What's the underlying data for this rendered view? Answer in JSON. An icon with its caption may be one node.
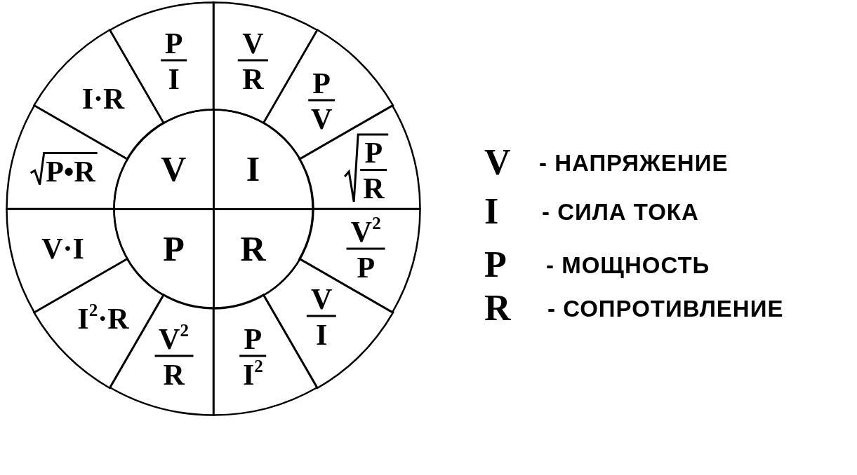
{
  "diagram": {
    "nodes": [
      {
        "text": [
          "V"
        ]
      },
      {
        "text": [
          "I"
        ]
      },
      {
        "text": [
          "P"
        ]
      },
      {
        "text": [
          "R"
        ]
      },
      {
        "text": [
          "P",
          "I"
        ]
      },
      {
        "text": [
          "V",
          "R"
        ]
      },
      {
        "text": [
          "P",
          "V"
        ]
      },
      {
        "text": [
          "P",
          "R"
        ]
      },
      {
        "text": [
          "V$^{2}$",
          "P"
        ]
      },
      {
        "text": [
          "V",
          "I"
        ]
      },
      {
        "text": [
          "P",
          "I$^{2}$"
        ]
      },
      {
        "text": [
          "V$^{2}$",
          "R"
        ]
      },
      {
        "text": [
          "I$^{2}$·R"
        ]
      },
      {
        "text": [
          "V·I"
        ]
      },
      {
        "text": [
          "P•R"
        ]
      },
      {
        "text": [
          "I·R"
        ]
      }
    ],
    "labels": [
      "V",
      "- НАПРЯЖЕНИЕ",
      "I",
      "- СИЛА ТОКА",
      "P",
      "- МОЩНОСТЬ",
      "R",
      "- СОПРОТИВЛЕНИЕ"
    ]
  }
}
